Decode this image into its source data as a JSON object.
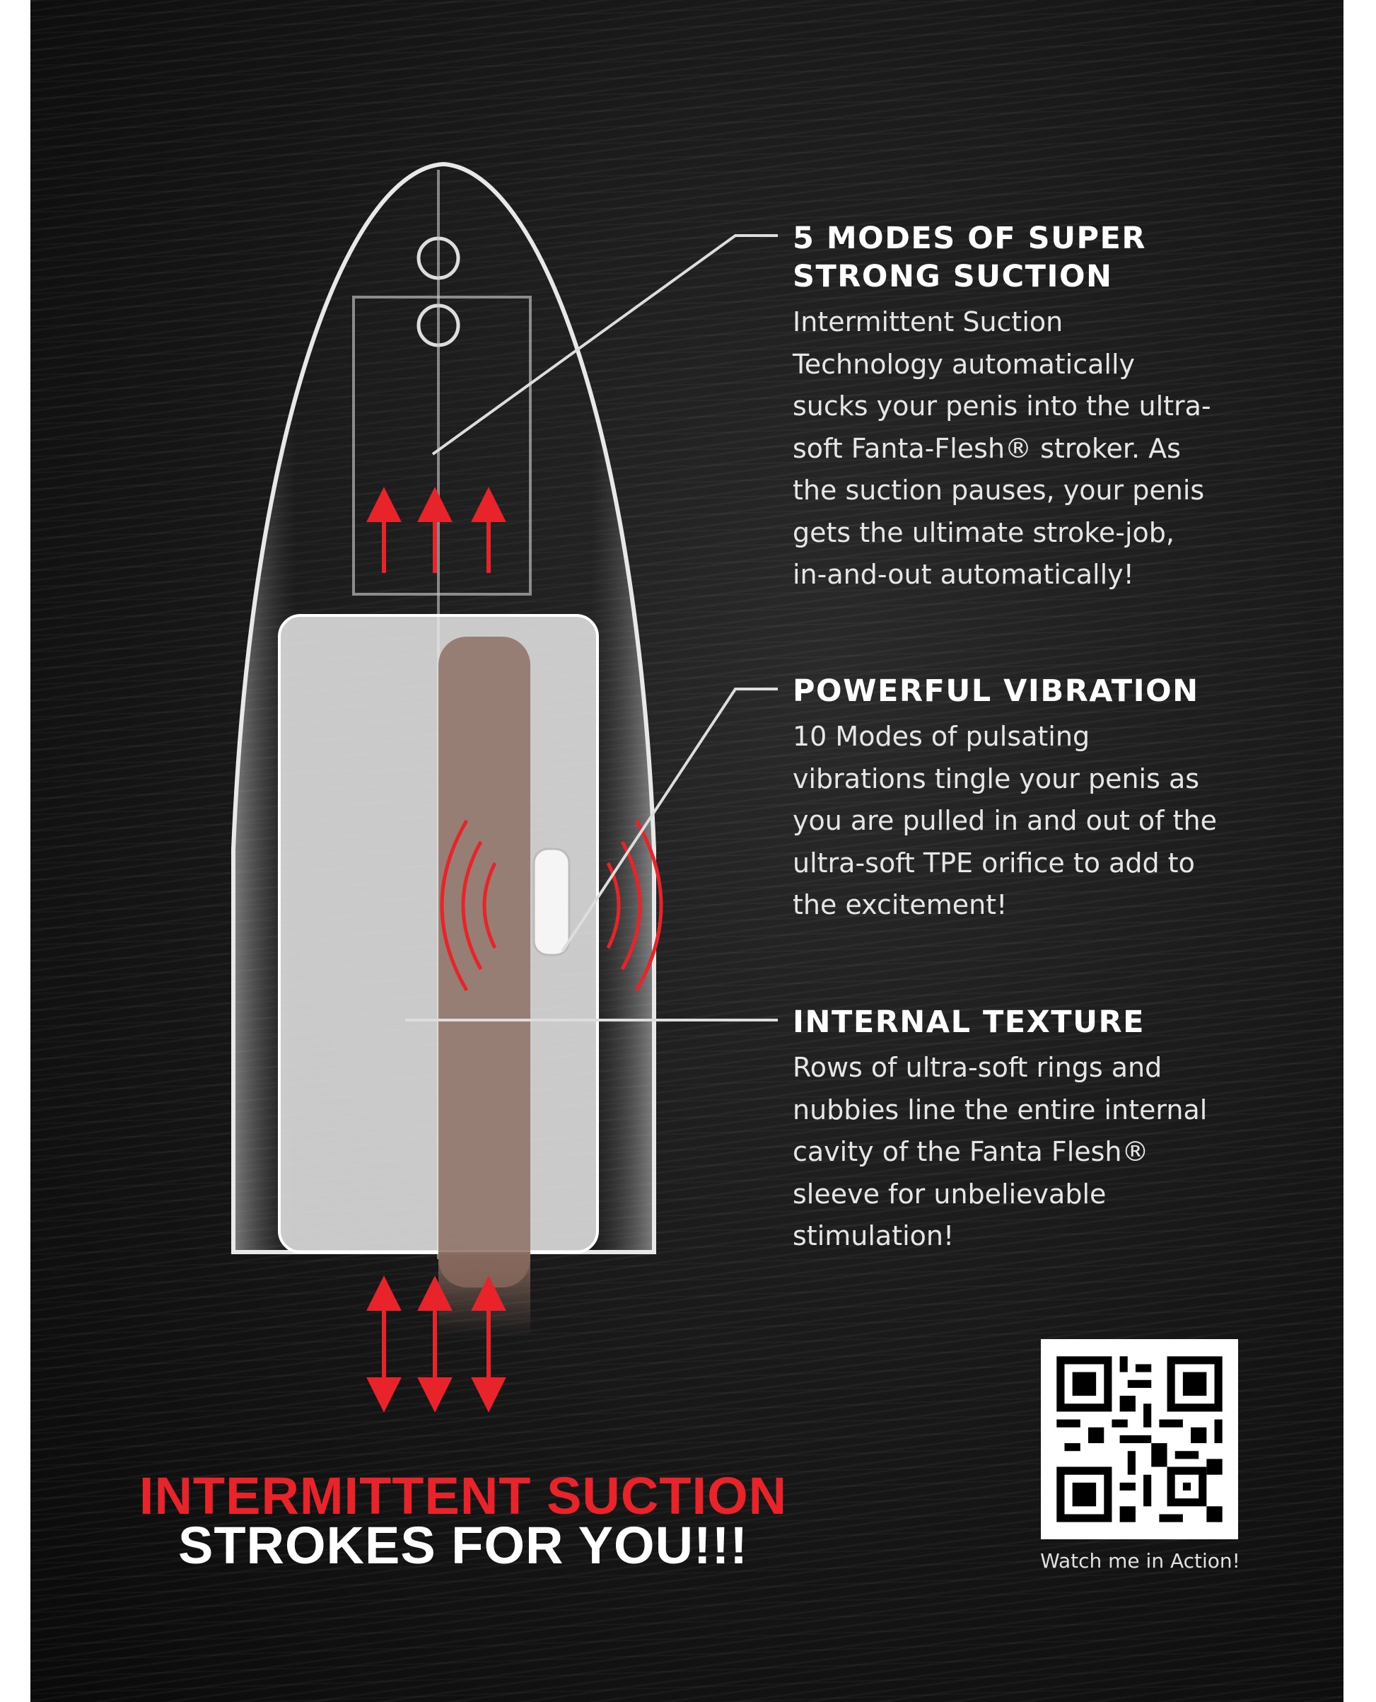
{
  "features": [
    {
      "title": "5 MODES OF SUPER STRONG SUCTION",
      "body": "Intermittent Suction Technology automatically sucks your penis into the ultra-soft Fanta-Flesh® stroker. As the suction pauses, your penis gets the ultimate stroke-job, in-and-out automatically!"
    },
    {
      "title": "POWERFUL VIBRATION",
      "body": "10 Modes of pulsating vibrations tingle your penis as you are pulled in and out of the ultra-soft TPE orifice to add to the excitement!"
    },
    {
      "title": "INTERNAL TEXTURE",
      "body": "Rows of ultra-soft rings and nubbies line the entire internal cavity of the Fanta Flesh® sleeve for unbelievable stimulation!"
    }
  ],
  "headline": {
    "line1": "INTERMITTENT SUCTION",
    "line2": "STROKES FOR YOU!!!"
  },
  "qr": {
    "caption": "Watch me in Action!"
  },
  "colors": {
    "accent": "#e8232a",
    "background": "#141414",
    "text": "#ffffff"
  }
}
